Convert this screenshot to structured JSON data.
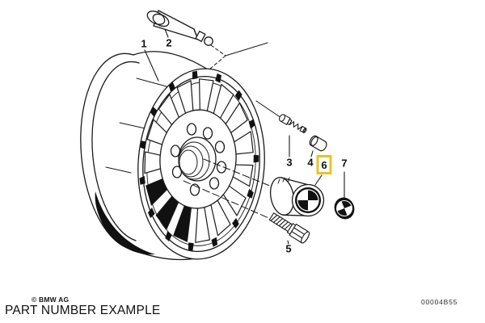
{
  "diagram": {
    "copyright": "© BMW AG",
    "caption": "PART NUMBER EXAMPLE",
    "document_number": "00004B55",
    "highlight_color": "#E8C428",
    "line_color": "#1a1a1a",
    "background_color": "#ffffff",
    "callouts": [
      {
        "label": "1",
        "highlighted": false
      },
      {
        "label": "2",
        "highlighted": false
      },
      {
        "label": "3",
        "highlighted": false
      },
      {
        "label": "4",
        "highlighted": false
      },
      {
        "label": "5",
        "highlighted": false
      },
      {
        "label": "6",
        "highlighted": true
      },
      {
        "label": "7",
        "highlighted": false
      }
    ]
  }
}
